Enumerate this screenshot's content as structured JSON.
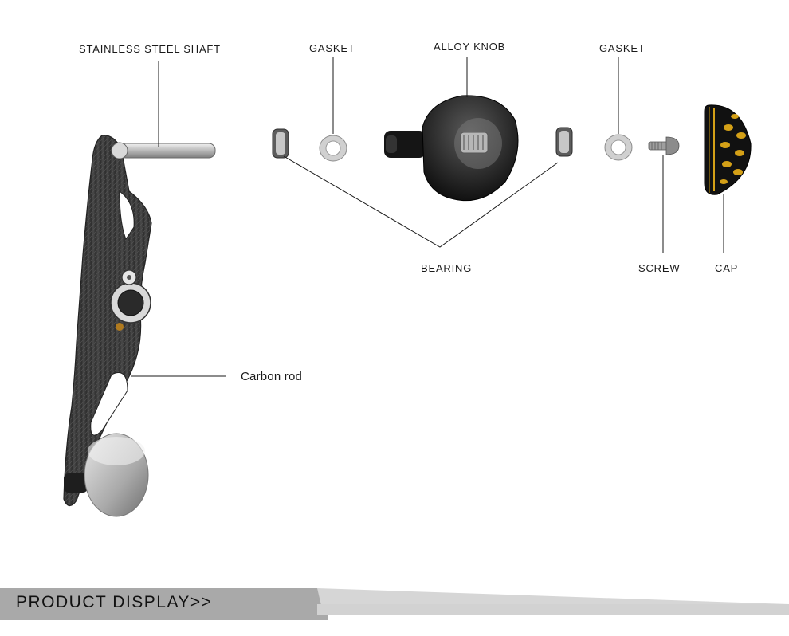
{
  "labels": {
    "shaft": "STAINLESS STEEL SHAFT",
    "gasket_left": "GASKET",
    "alloy_knob": "ALLOY KNOB",
    "gasket_right": "GASKET",
    "bearing": "BEARING",
    "screw": "SCREW",
    "cap": "CAP",
    "carbon_rod": "Carbon rod"
  },
  "banner": {
    "title": "PRODUCT  DISPLAY>>"
  },
  "colors": {
    "carbon": "#3a3a3a",
    "steel": "#c8c8c8",
    "knob": "#1c1c1c",
    "gold": "#d4a017",
    "banner_dark": "#a6a6a6",
    "banner_light": "#d4d4d4"
  }
}
